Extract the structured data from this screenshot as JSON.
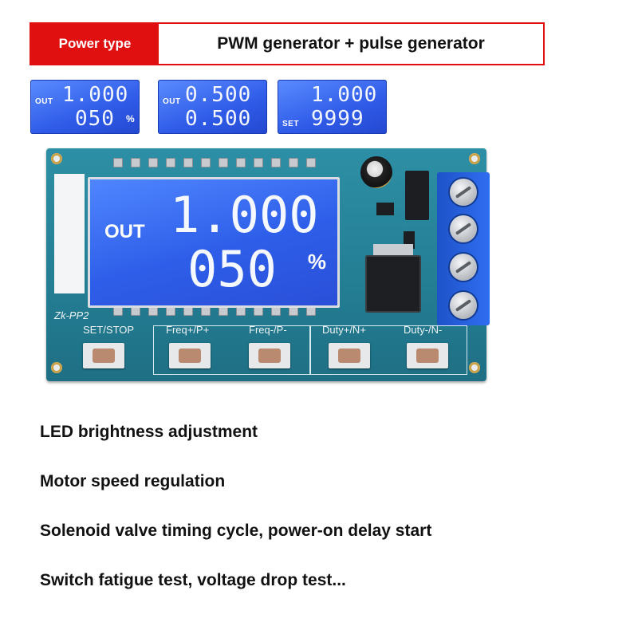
{
  "banner": {
    "tag": "Power type",
    "title": "PWM generator + pulse generator"
  },
  "thumbnails": [
    {
      "label": "OUT",
      "top_value": "1.000",
      "bottom_value": "050",
      "unit": "%"
    },
    {
      "label": "OUT",
      "top_value": "0.500",
      "bottom_value": "0.500",
      "unit": ""
    },
    {
      "label": "SET",
      "top_value": "1.000",
      "bottom_value": "9999",
      "unit": ""
    }
  ],
  "board": {
    "lcd": {
      "label": "OUT",
      "top_value": "1.000",
      "bottom_value": "050",
      "unit": "%"
    },
    "model": "Zk-PP2",
    "buttons": [
      "SET/STOP",
      "Freq+/P+",
      "Freq-/P-",
      "Duty+/N+",
      "Duty-/N-"
    ]
  },
  "features": [
    "LED brightness adjustment",
    "Motor speed regulation",
    "Solenoid valve timing cycle, power-on delay start",
    "Switch fatigue test, voltage drop test..."
  ],
  "colors": {
    "accent": "#e01010",
    "pcb": "#237d93",
    "lcd": "#2e5ee9"
  }
}
